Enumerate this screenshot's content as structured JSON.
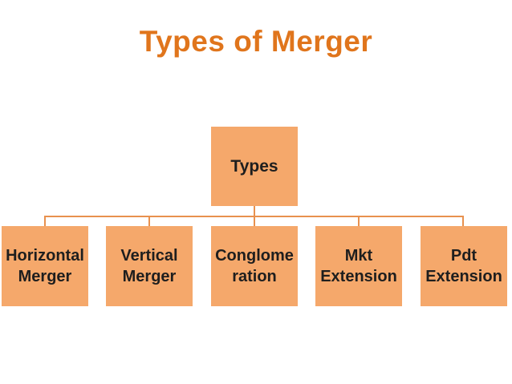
{
  "slide": {
    "title": "Types of Merger"
  },
  "diagram": {
    "type": "hierarchy",
    "root": {
      "label": "Types"
    },
    "children": [
      {
        "label": "Horizontal\nMerger"
      },
      {
        "label": "Vertical\nMerger"
      },
      {
        "label": "Conglome\nration"
      },
      {
        "label": "Mkt\nExtension"
      },
      {
        "label": "Pdt\nExtension"
      }
    ]
  },
  "colors": {
    "title-orange": "#E0751C",
    "node-fill": "#F5A86B",
    "node-text": "#1E1E1E",
    "connector-orange": "#E8914E",
    "background": "#FFFFFF"
  }
}
